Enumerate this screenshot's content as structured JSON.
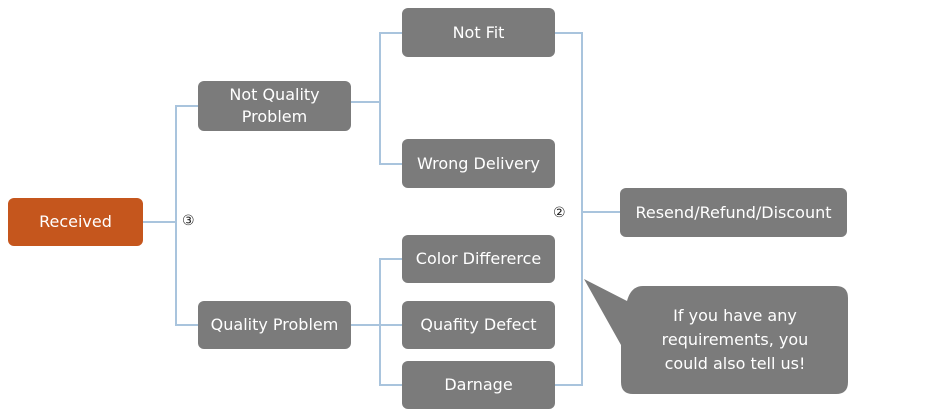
{
  "colors": {
    "root": "#c5561d",
    "node": "#7b7b7b",
    "connector": "#a9c4dd",
    "text": "#ffffff"
  },
  "diagram": {
    "root": "Received",
    "branch_not_quality": "Not Quality Problem",
    "branch_quality": "Quality Problem",
    "leaf_not_fit": "Not Fit",
    "leaf_wrong_delivery": "Wrong Delivery",
    "leaf_color_difference": "Color Differerce",
    "leaf_quality_defect": "Quafity Defect",
    "leaf_damage": "Darnage",
    "outcome": "Resend/Refund/Discount",
    "marker_left": "③",
    "marker_right": "②",
    "callout": "If you have any requirements, you could also tell us!"
  }
}
